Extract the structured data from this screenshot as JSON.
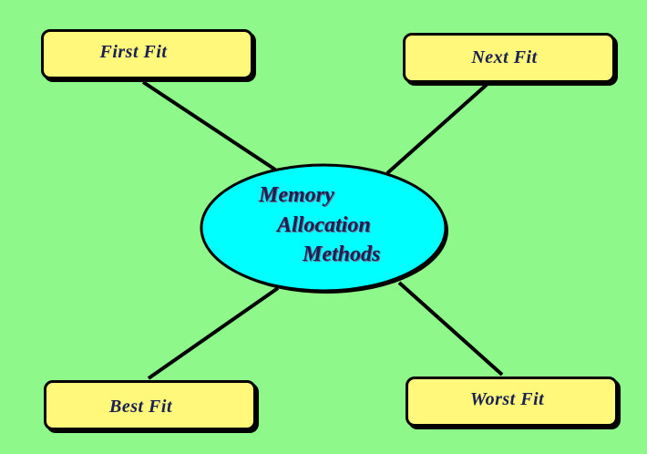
{
  "diagram": {
    "center": {
      "lines": [
        "Memory",
        "Allocation",
        "Methods"
      ]
    },
    "nodes": {
      "first_fit": "First Fit",
      "next_fit": "Next Fit",
      "best_fit": "Best Fit",
      "worst_fit": "Worst Fit"
    },
    "colors": {
      "background": "#8ef98a",
      "center_fill": "#00ffff",
      "node_fill": "#fff87a",
      "outline": "#000000",
      "text": "#1b1f52"
    }
  }
}
